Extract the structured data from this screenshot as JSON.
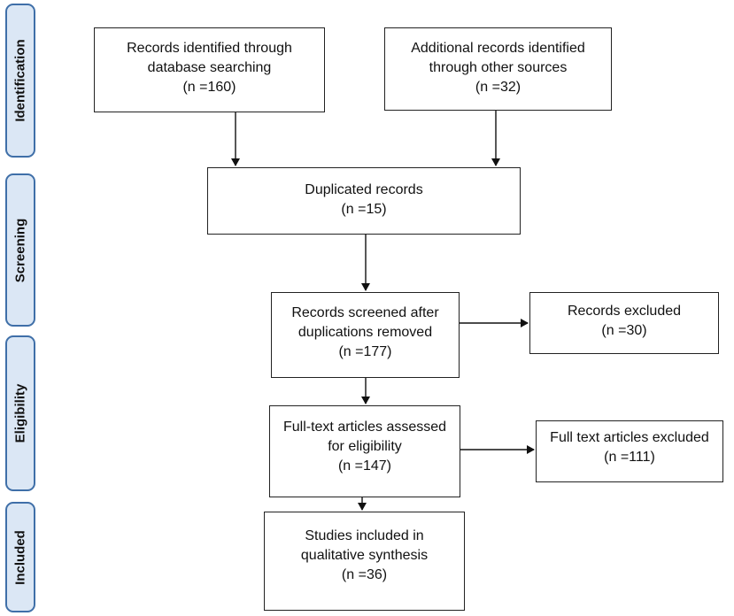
{
  "phases": {
    "identification": "Identification",
    "screening": "Screening",
    "eligibility": "Eligibility",
    "included": "Included"
  },
  "boxes": {
    "database": {
      "line1": "Records identified through",
      "line2": "database searching",
      "count": "(n =160)"
    },
    "other_sources": {
      "line1": "Additional records identified",
      "line2": "through other sources",
      "count": "(n =32)"
    },
    "duplicated": {
      "line1": "Duplicated records",
      "count": "(n =15)"
    },
    "screened": {
      "line1": "Records screened after",
      "line2": "duplications removed",
      "count": "(n =177)"
    },
    "excluded": {
      "line1": "Records excluded",
      "count": "(n =30)"
    },
    "full_text": {
      "line1": "Full-text articles assessed",
      "line2": "for eligibility",
      "count": "(n =147)"
    },
    "full_text_excluded": {
      "line1": "Full text articles excluded",
      "count": "(n =111)"
    },
    "included": {
      "line1": "Studies included in",
      "line2": "qualitative synthesis",
      "count": "(n =36)"
    }
  },
  "colors": {
    "phase_fill": "#dbe7f5",
    "phase_border": "#3f6fa8",
    "line": "#222222"
  }
}
